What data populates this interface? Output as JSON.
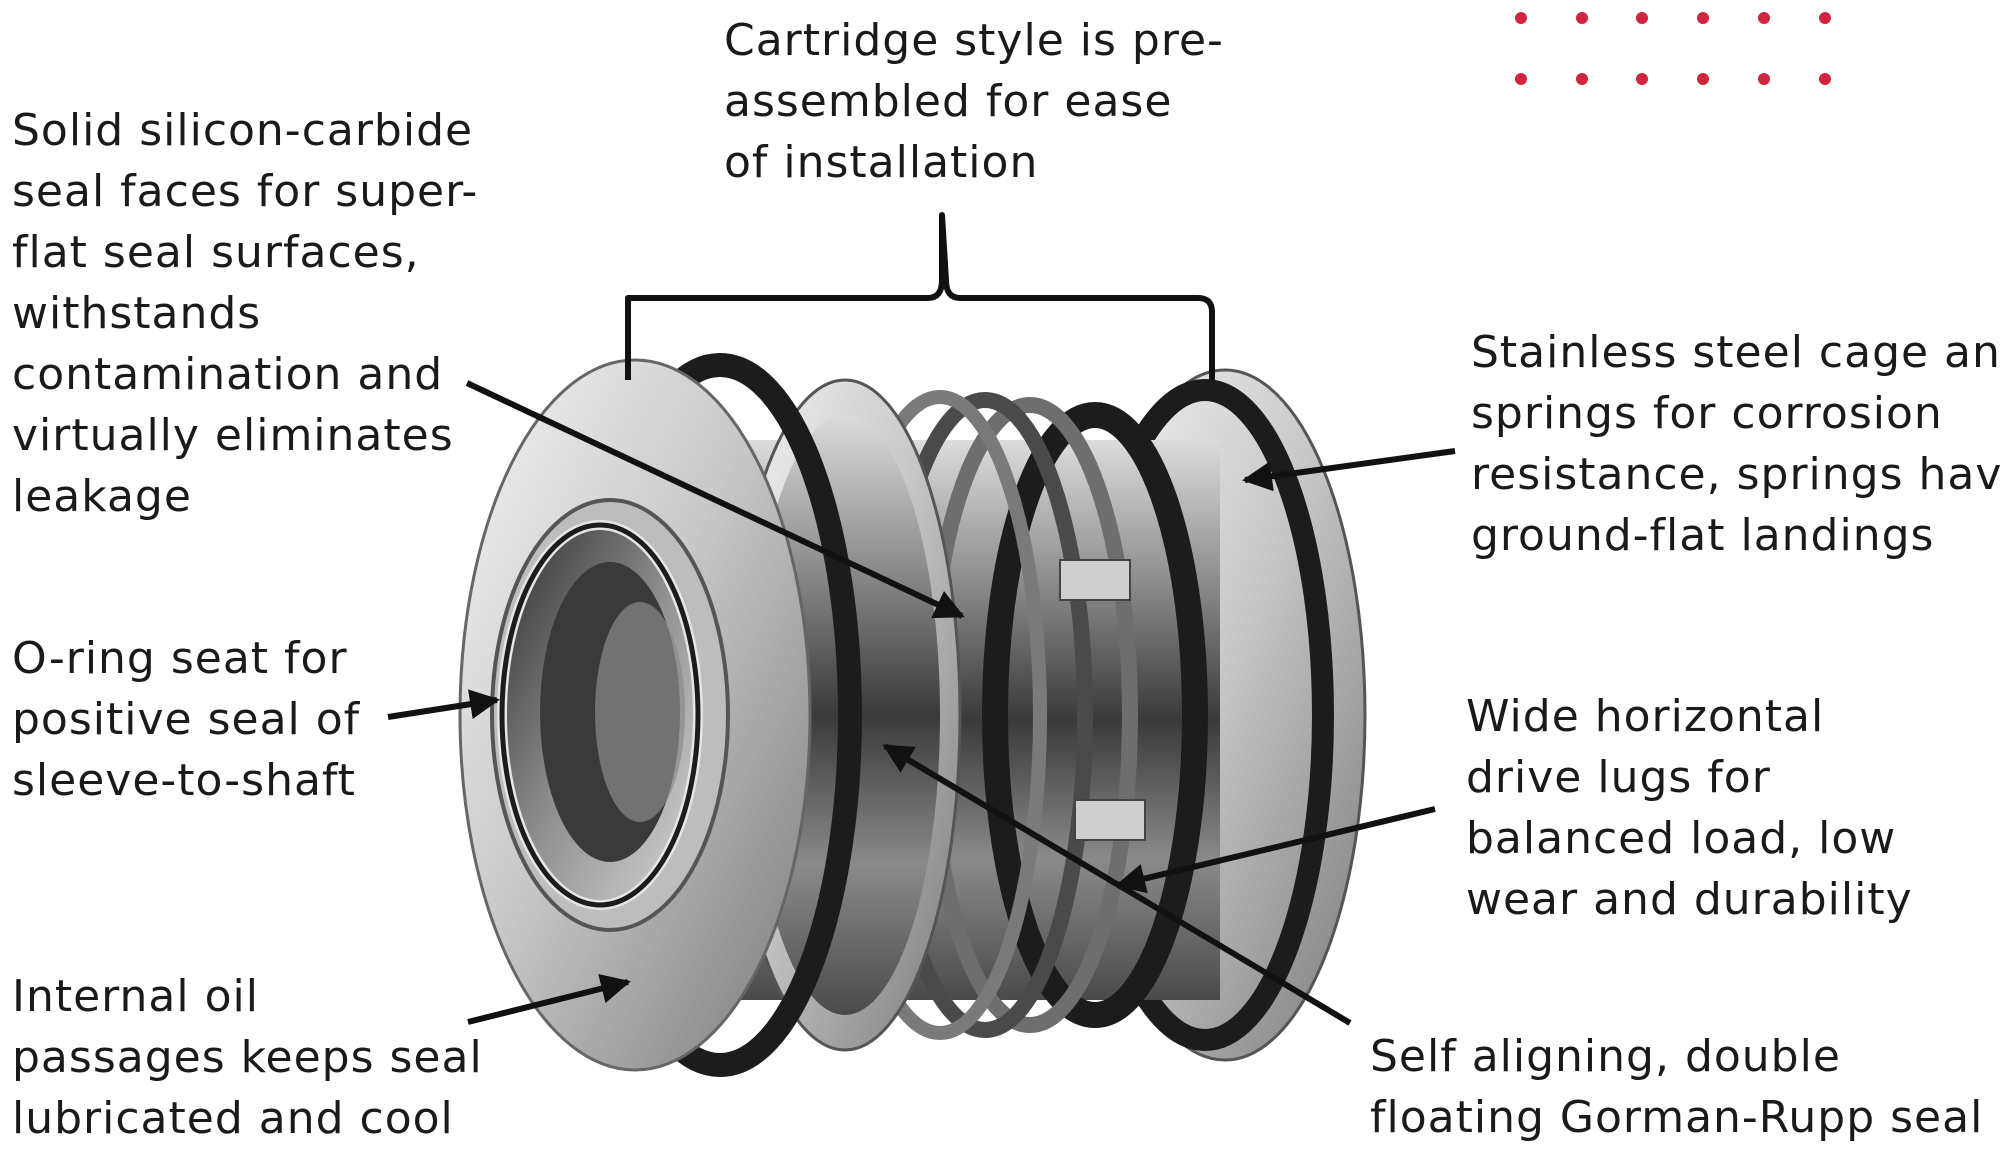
{
  "colors": {
    "background": "#ffffff",
    "text": "#1a1a1a",
    "dots": "#d0253c",
    "metal_light": "#e9e9e9",
    "metal_dark": "#2b2b2b",
    "oring": "#1c1c1c"
  },
  "icons": [
    "red-dot-pattern",
    "mechanical-seal-photo"
  ],
  "callouts": {
    "cartridge": [
      "Cartridge style is pre-",
      "assembled for ease",
      "of installation"
    ],
    "silicon_carbide": [
      "Solid silicon-carbide",
      "seal faces for super-",
      "flat seal surfaces,",
      "withstands",
      "contamination and",
      "virtually eliminates",
      "leakage"
    ],
    "oring_seat": [
      "O-ring seat for",
      "positive seal of",
      "sleeve-to-shaft"
    ],
    "oil_passages": [
      "Internal oil",
      "passages keeps seal",
      "lubricated and cool"
    ],
    "stainless_cage": [
      "Stainless steel cage and",
      "springs for corrosion",
      "resistance, springs have",
      "ground-flat landings"
    ],
    "drive_lugs": [
      "Wide horizontal",
      "drive lugs for",
      "balanced load, low",
      "wear and durability"
    ],
    "self_aligning": [
      "Self aligning, double",
      "floating Gorman-Rupp seal"
    ]
  }
}
